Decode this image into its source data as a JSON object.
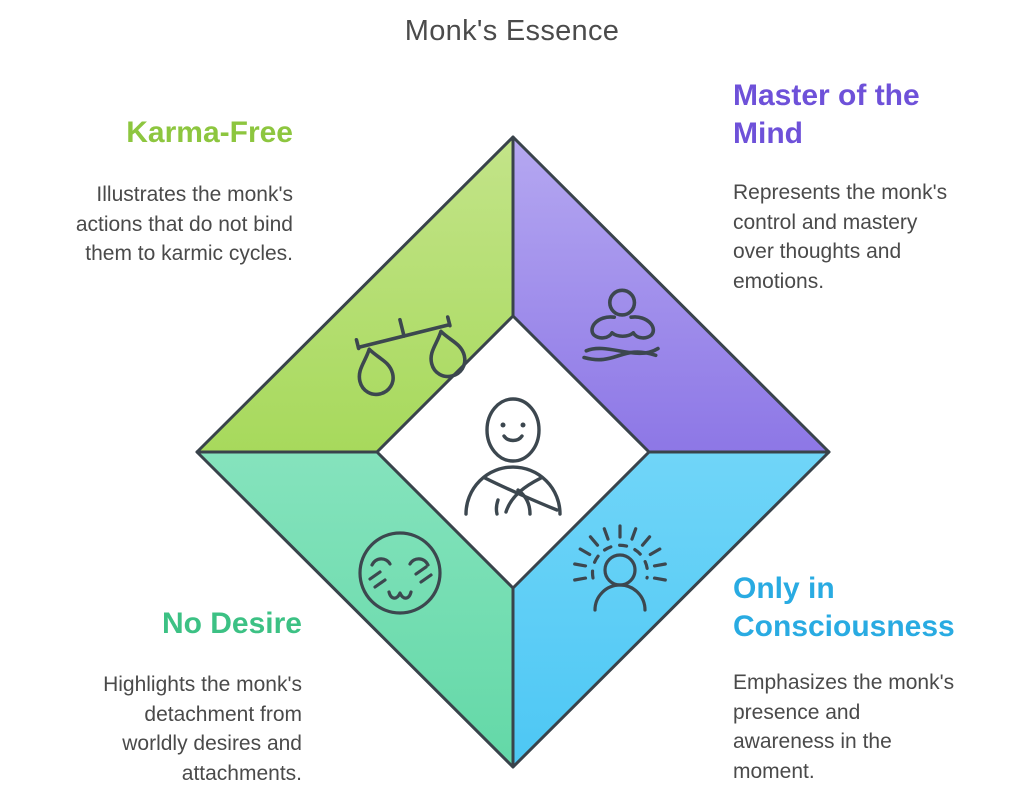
{
  "title": "Monk's Essence",
  "title_color": "#4b4b4b",
  "text_color": "#4a4a4a",
  "outline_color": "#39434b",
  "icon_stroke_color": "#3c474f",
  "center": {
    "icon": "monk-icon"
  },
  "quadrants": [
    {
      "id": "karma-free",
      "position": "top-left",
      "heading": "Karma-Free",
      "heading_lines": [
        "Karma-Free"
      ],
      "heading_color": "#8dc63f",
      "description": "Illustrates the monk's actions that do not bind them to karmic cycles.",
      "description_lines": [
        "Illustrates the monk's",
        "actions that do not bind",
        "them to karmic cycles."
      ],
      "icon": "balance-scale-icon",
      "fill_top": "#c3e489",
      "fill_bottom": "#a7d95c"
    },
    {
      "id": "master-of-the-mind",
      "position": "top-right",
      "heading": "Master of the Mind",
      "heading_lines": [
        "Master of the",
        "Mind"
      ],
      "heading_color": "#6e51d9",
      "description": "Represents the monk's control and mastery over thoughts and emotions.",
      "description_lines": [
        "Represents the monk's",
        "control and mastery",
        "over thoughts and",
        "emotions."
      ],
      "icon": "meditation-icon",
      "fill_top": "#b5a8f1",
      "fill_bottom": "#8d77e6"
    },
    {
      "id": "no-desire",
      "position": "bottom-left",
      "heading": "No Desire",
      "heading_lines": [
        "No Desire"
      ],
      "heading_color": "#3cc184",
      "description": "Highlights the monk's detachment from worldly desires and attachments.",
      "description_lines": [
        "Highlights the monk's",
        "detachment from",
        "worldly desires and",
        "attachments."
      ],
      "icon": "content-face-icon",
      "fill_top": "#85e3bd",
      "fill_bottom": "#63d8a7"
    },
    {
      "id": "only-in-consciousness",
      "position": "bottom-right",
      "heading": "Only in Consciousness",
      "heading_lines": [
        "Only in",
        "Consciousness"
      ],
      "heading_color": "#29abe2",
      "description": "Emphasizes the monk's presence and awareness in the moment.",
      "description_lines": [
        "Emphasizes the monk's",
        "presence and",
        "awareness in the",
        "moment."
      ],
      "icon": "radiant-person-icon",
      "fill_top": "#70d5f8",
      "fill_bottom": "#4dc7f4"
    }
  ]
}
